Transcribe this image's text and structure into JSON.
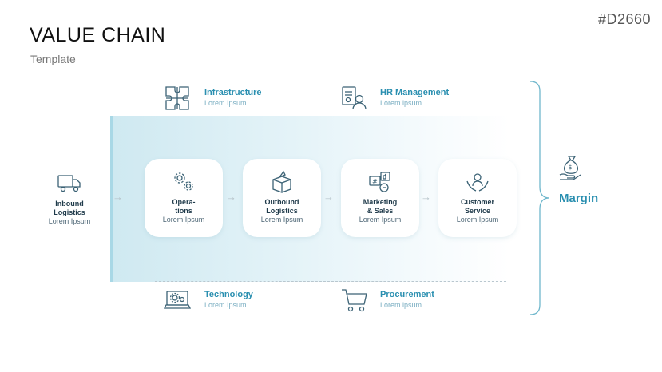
{
  "title": "VALUE CHAIN",
  "subtitle": "Template",
  "code": "#D2660",
  "support": {
    "infrastructure": {
      "title": "Infrastructure",
      "sub": "Lorem Ipsum"
    },
    "hr": {
      "title": "HR Management",
      "sub": "Lorem ipsum"
    },
    "technology": {
      "title": "Technology",
      "sub": "Lorem Ipsum"
    },
    "procurement": {
      "title": "Procurement",
      "sub": "Lorem ipsum"
    }
  },
  "primary": {
    "inbound": {
      "line1": "Inbound",
      "line2": "Logistics",
      "sub": "Lorem Ipsum"
    },
    "operations": {
      "line1": "Opera-",
      "line2": "tions",
      "sub": "Lorem Ipsum"
    },
    "outbound": {
      "line1": "Outbound",
      "line2": "Logistics",
      "sub": "Lorem Ipsum"
    },
    "marketing": {
      "line1": "Marketing",
      "line2": "& Sales",
      "sub": "Lorem Ipsum"
    },
    "service": {
      "line1": "Customer",
      "line2": "Service",
      "sub": "Lorem Ipsum"
    }
  },
  "margin": {
    "label": "Margin"
  },
  "arrow_glyph": "→",
  "colors": {
    "accent": "#2a8fb0",
    "band": "#cfe9f1",
    "text_dark": "#1f3a4a"
  }
}
